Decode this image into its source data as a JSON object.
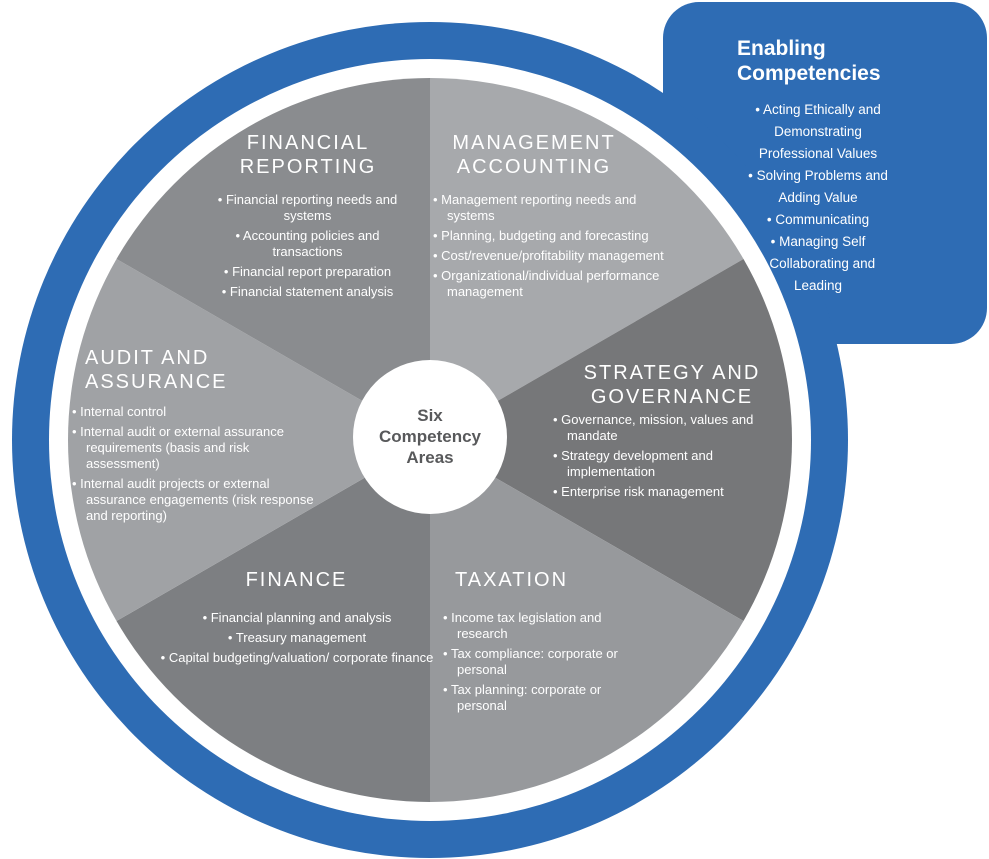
{
  "title": "Six Competency Areas",
  "colors": {
    "brand_blue": "#2E6CB4",
    "ring_white": "#FFFFFF",
    "center_circle": "#FFFFFF",
    "center_text": "#58595B",
    "wedge_financial_reporting": "#8A8C8F",
    "wedge_management_accounting": "#A7A9AC",
    "wedge_strategy_governance": "#767779",
    "wedge_taxation": "#97999C",
    "wedge_finance": "#7D7F82",
    "wedge_audit_assurance": "#A0A2A5"
  },
  "center": {
    "line1": "Six",
    "line2": "Competency",
    "line3": "Areas"
  },
  "enabling": {
    "title_line1": "Enabling",
    "title_line2": "Competencies",
    "items": [
      "Acting Ethically and Demonstrating Professional Values",
      "Solving Problems and Adding Value",
      "Communicating",
      "Managing Self",
      "Collaborating and Leading"
    ]
  },
  "segments": {
    "financial_reporting": {
      "title_line1": "FINANCIAL",
      "title_line2": "REPORTING",
      "bullets": [
        "Financial reporting needs and systems",
        "Accounting policies and transactions",
        "Financial report preparation",
        "Financial statement analysis"
      ]
    },
    "management_accounting": {
      "title_line1": "MANAGEMENT",
      "title_line2": "ACCOUNTING",
      "bullets": [
        "Management reporting needs and systems",
        "Planning, budgeting and forecasting",
        "Cost/revenue/profitability management",
        "Organizational/individual performance management"
      ]
    },
    "audit_assurance": {
      "title_line1": "AUDIT AND",
      "title_line2": "ASSURANCE",
      "bullets": [
        "Internal control",
        "Internal audit or external assurance requirements (basis and risk assessment)",
        "Internal audit projects or external assurance engagements (risk response and reporting)"
      ]
    },
    "strategy_governance": {
      "title_line1": "STRATEGY AND",
      "title_line2": "GOVERNANCE",
      "bullets": [
        "Governance, mission, values and mandate",
        "Strategy development and implementation",
        "Enterprise risk management"
      ]
    },
    "finance": {
      "title_line1": "FINANCE",
      "bullets": [
        "Financial planning and analysis",
        "Treasury management",
        "Capital budgeting/valuation/ corporate finance"
      ]
    },
    "taxation": {
      "title_line1": "TAXATION",
      "bullets": [
        "Income tax legislation and research",
        "Tax compliance: corporate or personal",
        "Tax planning: corporate or personal"
      ]
    }
  }
}
